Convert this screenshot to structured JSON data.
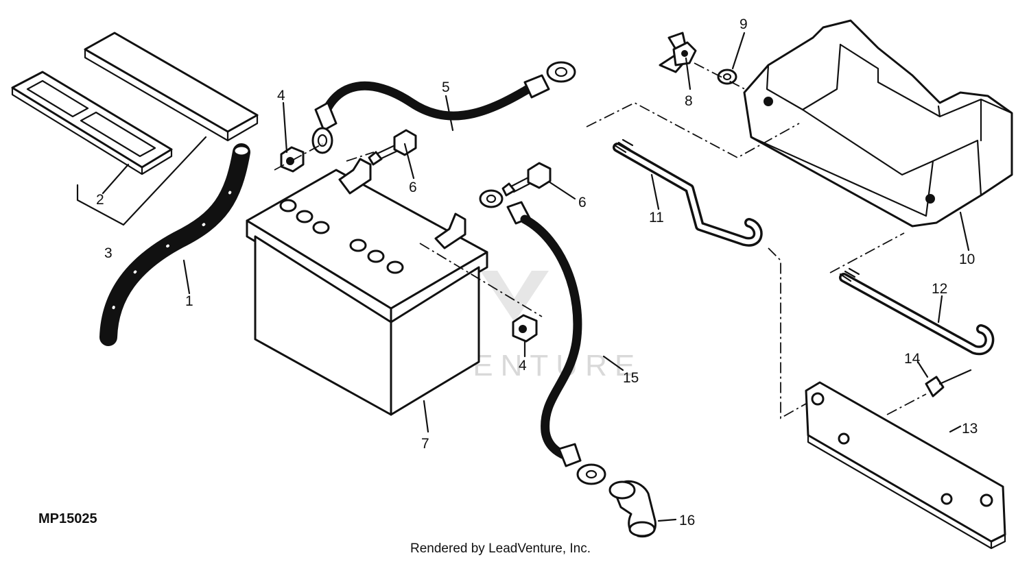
{
  "callouts": {
    "c1": "1",
    "c2": "2",
    "c3": "3",
    "c4a": "4",
    "c4b": "4",
    "c5": "5",
    "c6a": "6",
    "c6b": "6",
    "c7": "7",
    "c8": "8",
    "c9": "9",
    "c10": "10",
    "c11": "11",
    "c12": "12",
    "c13": "13",
    "c14": "14",
    "c15": "15",
    "c16": "16"
  },
  "drawing_id": "MP15025",
  "credit": "Rendered by LeadVenture, Inc.",
  "watermark": "LEADVENTURE",
  "colors": {
    "line": "#111111",
    "watermark": "#d9d9d9",
    "background": "#ffffff"
  }
}
